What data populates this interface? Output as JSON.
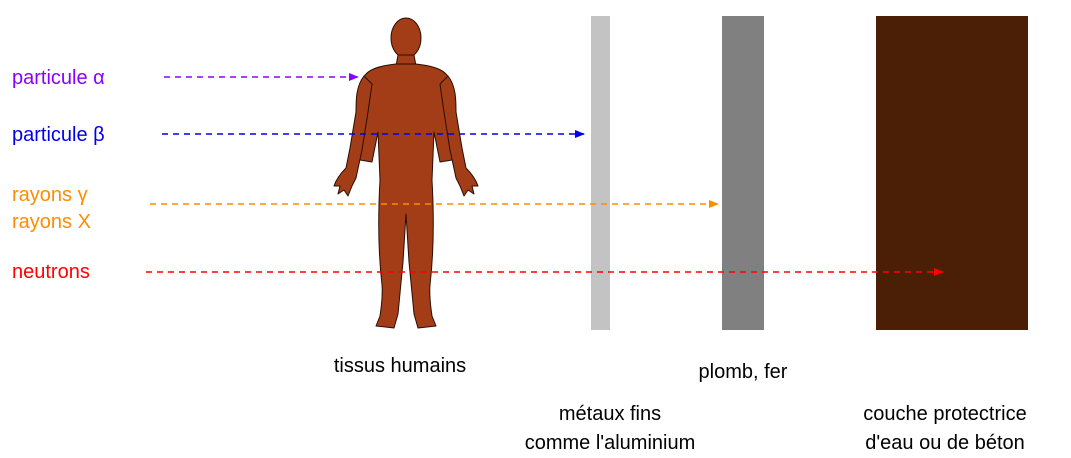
{
  "radiation_types": [
    {
      "label": "particule α",
      "color": "#8a00ff",
      "stops_at": "tissus"
    },
    {
      "label": "particule β",
      "color": "#0000ee",
      "stops_at": "aluminium"
    },
    {
      "label_lines": [
        "rayons γ",
        "rayons X"
      ],
      "color": "#ff8c00",
      "stops_at": "plomb"
    },
    {
      "label": "neutrons",
      "color": "#ff0000",
      "stops_at": "beton"
    }
  ],
  "barriers": [
    {
      "id": "tissus",
      "color": "#a23d17",
      "caption_lines": [
        "tissus humains"
      ]
    },
    {
      "id": "aluminium",
      "color": "#c3c3c3",
      "caption_lines": [
        "métaux fins",
        "comme l'aluminium"
      ]
    },
    {
      "id": "plomb",
      "color": "#808080",
      "caption_lines": [
        "plomb, fer"
      ]
    },
    {
      "id": "beton",
      "color": "#4a1f06",
      "caption_lines": [
        "couche protectrice",
        "d'eau ou de béton"
      ]
    }
  ]
}
